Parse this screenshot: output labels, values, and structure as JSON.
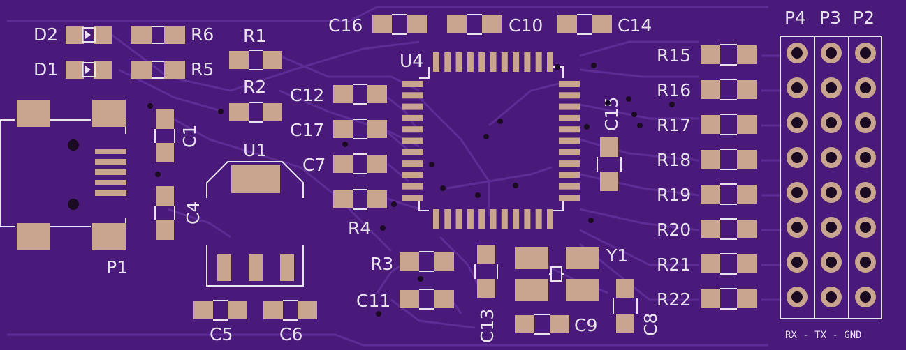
{
  "labels": {
    "d2": "D2",
    "d1": "D1",
    "r6": "R6",
    "r5": "R5",
    "r1": "R1",
    "r2": "R2",
    "c1": "C1",
    "c4": "C4",
    "u1": "U1",
    "p1": "P1",
    "c5": "C5",
    "c6": "C6",
    "c16": "C16",
    "c10": "C10",
    "c14": "C14",
    "u4": "U4",
    "c12": "C12",
    "c17": "C17",
    "c7": "C7",
    "r4": "R4",
    "c15": "C15",
    "r3": "R3",
    "c11": "C11",
    "c13": "C13",
    "y1": "Y1",
    "c9": "C9",
    "c8": "C8",
    "r15": "R15",
    "r16": "R16",
    "r17": "R17",
    "r18": "R18",
    "r19": "R19",
    "r20": "R20",
    "r21": "R21",
    "r22": "R22",
    "p4": "P4",
    "p3": "P3",
    "p2": "P2",
    "header_footer": "RX - TX - GND"
  },
  "colors": {
    "board": "#4a1a7a",
    "copper_trace": "#5c2a92",
    "pad": "#c9a48e",
    "silk": "#e8e3ee",
    "drill": "#1a0a22"
  }
}
